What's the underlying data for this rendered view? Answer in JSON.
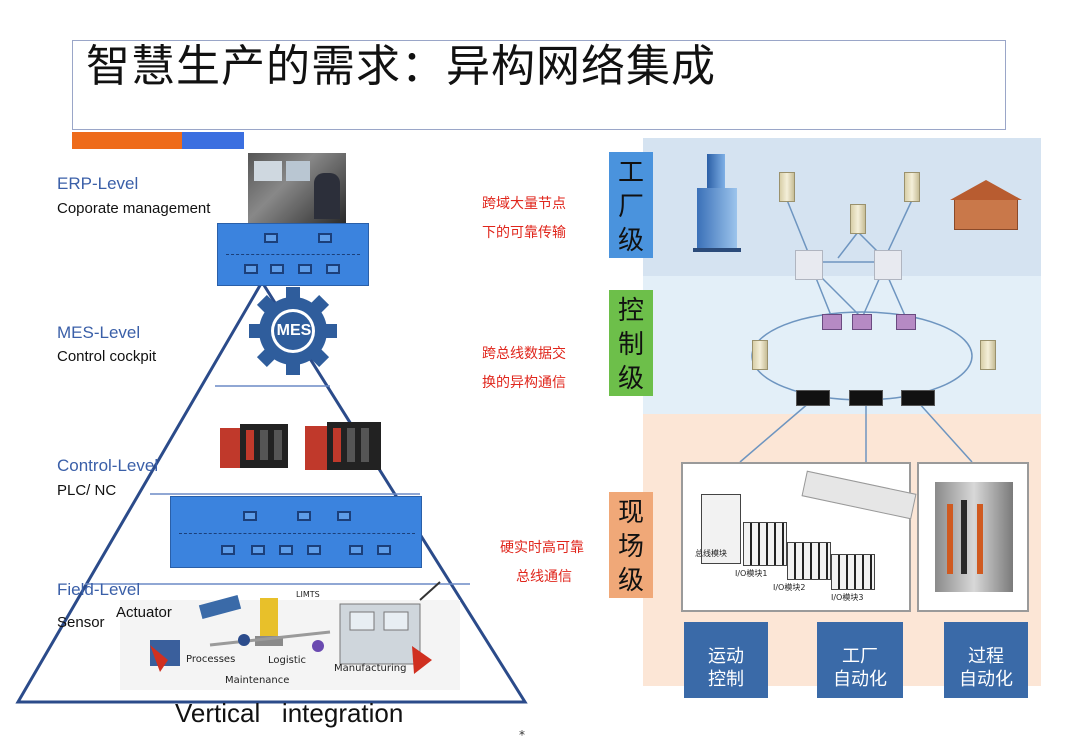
{
  "title": "智慧生产的需求：异构网络集成",
  "left": {
    "levels": [
      {
        "name": "ERP-Level",
        "desc": "Coporate management"
      },
      {
        "name": "MES-Level",
        "desc": "Control  cockpit"
      },
      {
        "name": "Control-Level",
        "desc": "PLC/ NC"
      },
      {
        "name": "Field-Level",
        "desc": "Sensor",
        "extra": "Actuator"
      }
    ],
    "mes_badge": "MES",
    "field_labels": [
      "Processes",
      "Logistic",
      "Maintenance",
      "Manufacturing",
      "LIMTS"
    ],
    "footer": "Vertical   integration"
  },
  "middle": {
    "captions": [
      [
        "跨域大量节点",
        "下的可靠传输"
      ],
      [
        "跨总线数据交",
        "换的异构通信"
      ],
      [
        "硬实时高可靠",
        "总线通信"
      ]
    ]
  },
  "right": {
    "tags": [
      {
        "text": [
          "工",
          "厂",
          "级"
        ],
        "color": "#4a93dd"
      },
      {
        "text": [
          "控",
          "制",
          "级"
        ],
        "color": "#6dbf4a"
      },
      {
        "text": [
          "现",
          "场",
          "级"
        ],
        "color": "#f0a878"
      }
    ],
    "zone_colors": {
      "factory": "#d5e3f1",
      "control": "#e3eff8",
      "field": "#fce6d6"
    },
    "module_labels": [
      "I/O模块1",
      "I/O模块2",
      "I/O模块3",
      "总线模块"
    ],
    "bottom": [
      [
        "运动",
        "控制"
      ],
      [
        "工厂",
        "自动化"
      ],
      [
        "过程",
        "自动化"
      ]
    ]
  },
  "footnote": "*"
}
